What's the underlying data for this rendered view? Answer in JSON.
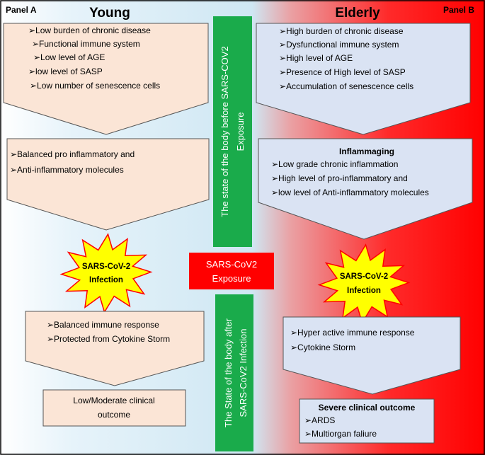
{
  "panels": {
    "a_label": "Panel A",
    "b_label": "Panel B",
    "young_title": "Young",
    "elderly_title": "Elderly"
  },
  "young": {
    "box1_items": [
      "Low burden of chronic disease",
      "Functional immune system",
      "Low level of AGE",
      "low level of SASP",
      "Low number of senescence cells"
    ],
    "box2_items": [
      "Balanced pro inflammatory and",
      "Anti-inflammatory molecules"
    ],
    "burst_line1": "SARS-CoV-2",
    "burst_line2": "Infection",
    "box3_items": [
      "Balanced immune response",
      "Protected from Cytokine Storm"
    ],
    "outcome_line1": "Low/Moderate clinical",
    "outcome_line2": "outcome"
  },
  "elderly": {
    "box1_items": [
      "High burden of chronic disease",
      "Dysfunctional immune system",
      "High level of AGE",
      "Presence of  High level of SASP",
      "Accumulation of senescence cells"
    ],
    "box2_title": "Inflammaging",
    "box2_items": [
      "Low grade chronic  inflammation",
      "High level of pro-inflammatory and",
      "low level of Anti-inflammatory molecules"
    ],
    "burst_line1": "SARS-CoV-2",
    "burst_line2": "Infection",
    "box3_items": [
      "Hyper active immune response",
      "Cytokine Storm"
    ],
    "outcome_title": "Severe  clinical outcome",
    "outcome_items": [
      "ARDS",
      "Multiorgan faliure"
    ]
  },
  "center": {
    "before_line1": "The state of the body before SARS-COV2",
    "before_line2": "Exposure",
    "exposure_line1": "SARS-CoV2",
    "exposure_line2": "Exposure",
    "after_line1": "The State of the body after",
    "after_line2": "SARS-CoV2 Infection"
  },
  "colors": {
    "young_box": "#fbe5d6",
    "elderly_box": "#dae3f3",
    "green_bar": "#1aab4b",
    "red_box": "#ff0000",
    "burst_fill": "#ffff00",
    "burst_stroke": "#ff0000",
    "background_left": "#cfe8f4",
    "background_right": "#ff1a1a"
  },
  "bullet_glyph": "➢"
}
